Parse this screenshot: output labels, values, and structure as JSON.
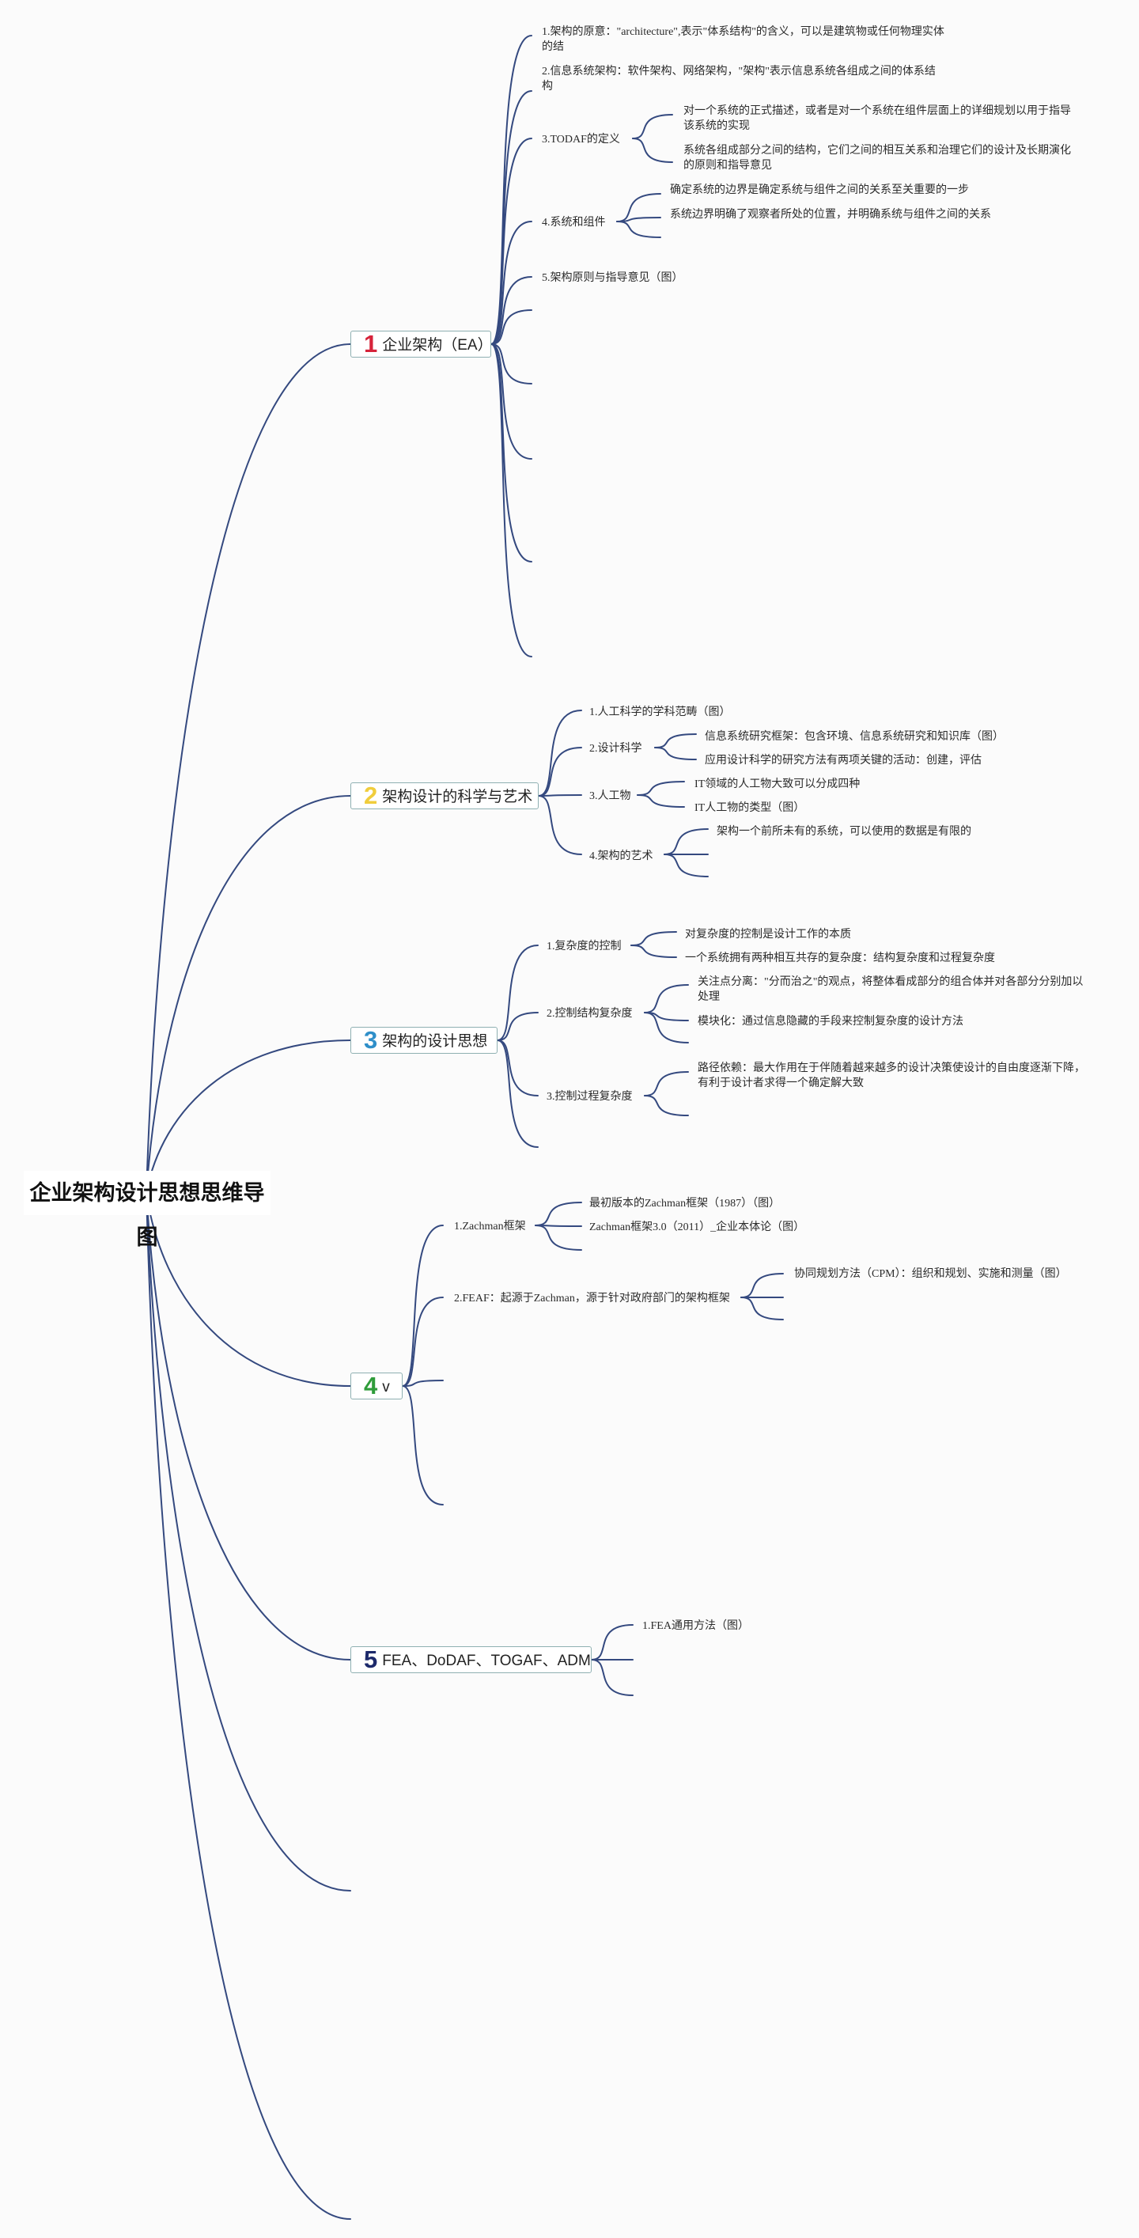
{
  "title": "企业架构设计思想思维导图",
  "colors": {
    "line": "#34497f",
    "num1": "#d6233a",
    "num2": "#f0cd3c",
    "num3": "#2f8fc9",
    "num4": "#2f9c3a",
    "num5": "#1d2a6b"
  },
  "branches": [
    {
      "num": "1",
      "label": "企业架构（EA）",
      "items": [
        {
          "label": "1.架构的原意：\"architecture\",表示\"体系结构\"的含义，可以是建筑物或任何物理实体的结"
        },
        {
          "label": "2.信息系统架构：软件架构、网络架构，\"架构\"表示信息系统各组成之间的体系结构"
        },
        {
          "label": "3.TODAF的定义",
          "children": [
            "对一个系统的正式描述，或者是对一个系统在组件层面上的详细规划以用于指导该系统的实现",
            "系统各组成部分之间的结构，它们之间的相互关系和治理它们的设计及长期演化的原则和指导意见"
          ]
        },
        {
          "label": "4.系统和组件",
          "children": [
            "确定系统的边界是确定系统与组件之间的关系至关重要的一步",
            "系统边界明确了观察者所处的位置，并明确系统与组件之间的关系"
          ]
        },
        {
          "label": "5.架构原则与指导意见（图）"
        }
      ]
    },
    {
      "num": "2",
      "label": "架构设计的科学与艺术",
      "items": [
        {
          "label": "1.人工科学的学科范畴（图）"
        },
        {
          "label": "2.设计科学",
          "children": [
            "信息系统研究框架：包含环境、信息系统研究和知识库（图）",
            "应用设计科学的研究方法有两项关键的活动：创建，评估"
          ]
        },
        {
          "label": "3.人工物",
          "children": [
            "IT领域的人工物大致可以分成四种",
            "IT人工物的类型（图）"
          ]
        },
        {
          "label": "4.架构的艺术",
          "children": [
            "架构一个前所未有的系统，可以使用的数据是有限的"
          ]
        }
      ]
    },
    {
      "num": "3",
      "label": "架构的设计思想",
      "items": [
        {
          "label": "1.复杂度的控制",
          "children": [
            "对复杂度的控制是设计工作的本质",
            "一个系统拥有两种相互共存的复杂度：结构复杂度和过程复杂度"
          ]
        },
        {
          "label": "2.控制结构复杂度",
          "children": [
            "关注点分离：\"分而治之\"的观点，将整体看成部分的组合体并对各部分分别加以处理",
            "模块化：通过信息隐藏的手段来控制复杂度的设计方法"
          ]
        },
        {
          "label": "3.控制过程复杂度",
          "children": [
            "路径依赖：最大作用在于伴随着越来越多的设计决策使设计的自由度逐渐下降，有利于设计者求得一个确定解大致"
          ]
        }
      ]
    },
    {
      "num": "4",
      "label": "v",
      "items": [
        {
          "label": "1.Zachman框架",
          "children": [
            "最初版本的Zachman框架（1987）（图）",
            "Zachman框架3.0（2011）_企业本体论（图）"
          ]
        },
        {
          "label": "2.FEAF：起源于Zachman，源于针对政府部门的架构框架",
          "children": [
            "协同规划方法（CPM）：组织和规划、实施和测量（图）"
          ]
        }
      ]
    },
    {
      "num": "5",
      "label": "FEA、DoDAF、TOGAF、ADM",
      "items": [
        {
          "label": "1.FEA通用方法（图）"
        }
      ]
    }
  ]
}
